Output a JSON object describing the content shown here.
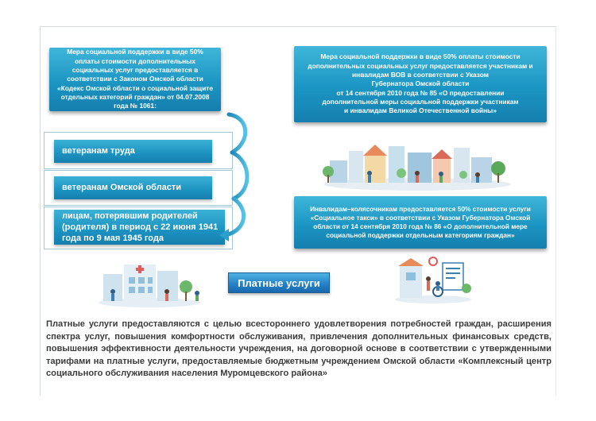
{
  "law_left": "Мера социальной поддержки в виде 50% оплаты стоимости дополнительных социальных услуг предоставляется в соответствии с Законом Омской области «Кодекс Омской области о социальной защите отдельных категорий граждан» от 04.07.2008 года № 1061:",
  "law_right_lines": [
    "Мера социальной поддержки в виде 50% оплаты стоимости",
    "дополнительных социальных услуг предоставляется участникам и",
    "инвалидам ВОВ  в соответствии с  Указом",
    "Губернатора Омской области",
    "от 14 сентября 2010 года № 85 «О предоставлении",
    "дополнительной меры социальной поддержки участникам",
    "и инвалидам Великой Отечественной войны»"
  ],
  "categories": [
    "ветеранам труда",
    "ветеранам Омской области",
    "лицам, потерявшим родителей (родителя) в период с 22 июня 1941 года по 9 мая 1945 года"
  ],
  "taxi_lines": [
    "Инвалидам–колясочникам предоставляется 50% стоимости услуги",
    "«Социальное такси» в соответствии с Указом Губернатора Омской",
    "области от 14 сентября 2010 года № 86 «О дополнительной мере",
    "социальной поддержки отдельным категориям граждан»"
  ],
  "paid_services_title": "Платные услуги",
  "paid_services_text": "Платные услуги предоставляются с целью всестороннего удовлетворения потребностей граждан, расширения спектра услуг, повышения комфортности обслуживания, привлечения дополнительных финансовых средств, повышения эффективности деятельности учреждения, на договорной основе в соответствии с утвержденными тарифами на платные услуги, предоставляемые бюджетным учреждением Омской области «Комплексный центр социального обслуживания населения Муромцевского района»",
  "colors": {
    "box_blue": "#1b95c3",
    "button_blue": "#2583c8",
    "body_text": "#3b3b3b",
    "outline": "#a6c7d8"
  },
  "icons": [
    "curved-arrow-icon",
    "city-illustration",
    "hospital-illustration",
    "social-care-illustration"
  ]
}
